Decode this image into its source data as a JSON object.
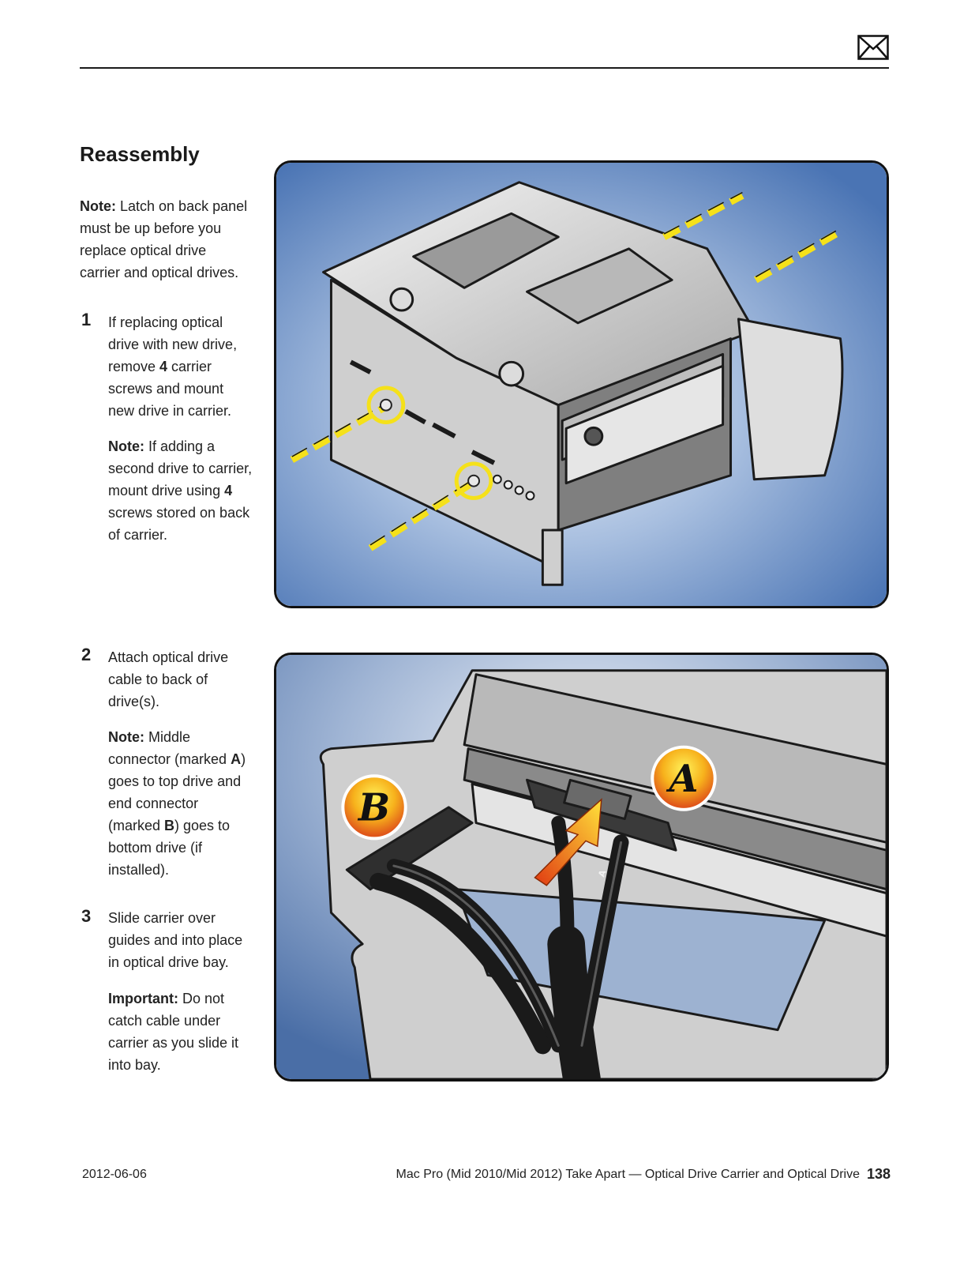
{
  "header": {
    "icon": "mail-icon"
  },
  "section_title": "Reassembly",
  "intro_note": {
    "label": "Note:",
    "text": " Latch on back panel must be up before you replace optical drive carrier and optical drives."
  },
  "steps": [
    {
      "number": "1",
      "parts": [
        "If replacing optical drive with new drive, remove ",
        "4",
        " carrier screws and mount new drive in carrier."
      ],
      "note": {
        "label": "Note:",
        "parts": [
          " If adding a second drive to carrier, mount drive using ",
          "4",
          " screws stored on back of carrier."
        ]
      }
    },
    {
      "number": "2",
      "text": "Attach optical drive cable to back of drive(s).",
      "note": {
        "label": "Note:",
        "parts": [
          " Middle connector (marked ",
          "A",
          ") goes to top drive and end connector (marked ",
          "B",
          ") goes to bottom drive (if installed)."
        ]
      }
    },
    {
      "number": "3",
      "text": "Slide carrier over guides and into place in optical drive bay.",
      "note": {
        "label": "Important:",
        "text": " Do not catch cable under carrier as you slide it into bay."
      }
    }
  ],
  "figures": {
    "carrier": {
      "label": ""
    },
    "cable": {
      "label_a": "A",
      "label_b": "B",
      "cable_marking": "A"
    }
  },
  "footer": {
    "date": "2012-06-06",
    "title": "Mac Pro (Mid 2010/Mid 2012) Take Apart — Optical Drive Carrier and Optical Drive",
    "page": "138"
  },
  "colors": {
    "accent_yellow": "#f5e11a",
    "bg_blue": "#4a74b4",
    "arrow_orange": "#f08a1c"
  }
}
